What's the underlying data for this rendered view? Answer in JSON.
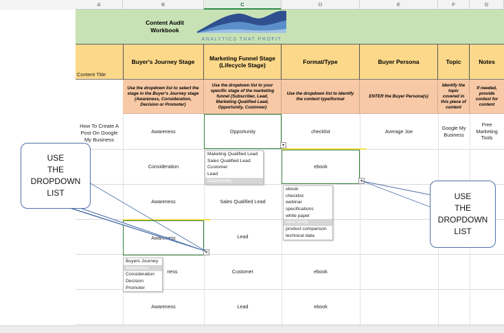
{
  "columns": [
    "A",
    "B",
    "C",
    "D",
    "E",
    "F",
    "G"
  ],
  "band": {
    "title": "Content Audit\nWorkbook",
    "logo_text": "ANALYTICS THAT PROFIT"
  },
  "headers": {
    "content_title": "Content Title",
    "journey": "Buyer's Journey Stage",
    "funnel": "Marketing Funnel Stage\n(Lifecycle Stage)",
    "format": "Format/Type",
    "persona": "Buyer Persona",
    "topic": "Topic",
    "notes": "Notes"
  },
  "instructions": {
    "journey": "Use the dropdown list to select the stage in the Buyer's Journey stage (Awareness, Consideration, Decision or Promoter)",
    "funnel": "Use the dropdown list to your specific stage of the marketing funnel (Subscriber, Lead, Marketing Qualified Lead, Opportunity, Customer)",
    "format": "Use the dropdown list to Identify the content type/format",
    "persona": "ENTER the Buyer Persona(s)",
    "topic": "Identify the topic covered in this piece of content",
    "notes": "If needed, provide context for content"
  },
  "rows": [
    {
      "title": "How To Create A Post On Google My Business",
      "journey": "Awareness",
      "funnel": "Opportunity",
      "format": "checklist",
      "persona": "Average Joe",
      "topic": "Google My Business",
      "notes": "Free Marketing Tools"
    },
    {
      "title": "",
      "journey": "Consideration",
      "funnel": "",
      "format": "ebook",
      "persona": "",
      "topic": "",
      "notes": ""
    },
    {
      "title": "",
      "journey": "Awareness",
      "funnel": "Sales Qualified Lead",
      "format": "",
      "persona": "",
      "topic": "",
      "notes": ""
    },
    {
      "title": "",
      "journey": "Awareness",
      "funnel": "Lead",
      "format": "",
      "persona": "",
      "topic": "",
      "notes": ""
    },
    {
      "title": "",
      "journey": "ness",
      "funnel": "Customer",
      "format": "ebook",
      "persona": "",
      "topic": "",
      "notes": ""
    },
    {
      "title": "",
      "journey": "Awareness",
      "funnel": "Lead",
      "format": "ebook",
      "persona": "",
      "topic": "",
      "notes": ""
    }
  ],
  "dropdown_funnel": [
    "Maketing Qualified Lead",
    "Sales Qualified Lead",
    "Customer",
    "Lead",
    "Opportunity"
  ],
  "dropdown_format": [
    "ebook",
    "checklist",
    "webinar",
    "specifications",
    "white paper",
    "case study",
    "product comparison",
    "technical data"
  ],
  "dropdown_journey": [
    "Buyers Journey",
    "Awareness",
    "Consideration",
    "Decision",
    "Promoter"
  ],
  "callouts": {
    "left": "USE\nTHE\nDROPDOWN\nLIST",
    "right": "USE\nTHE\nDROPDOWN\nLIST"
  },
  "colors": {
    "band": "#c8e2b6",
    "header": "#fcd88a",
    "instructions": "#f8c9a6",
    "selection": "#2e7d32",
    "callout_border": "#4c6fa8"
  }
}
